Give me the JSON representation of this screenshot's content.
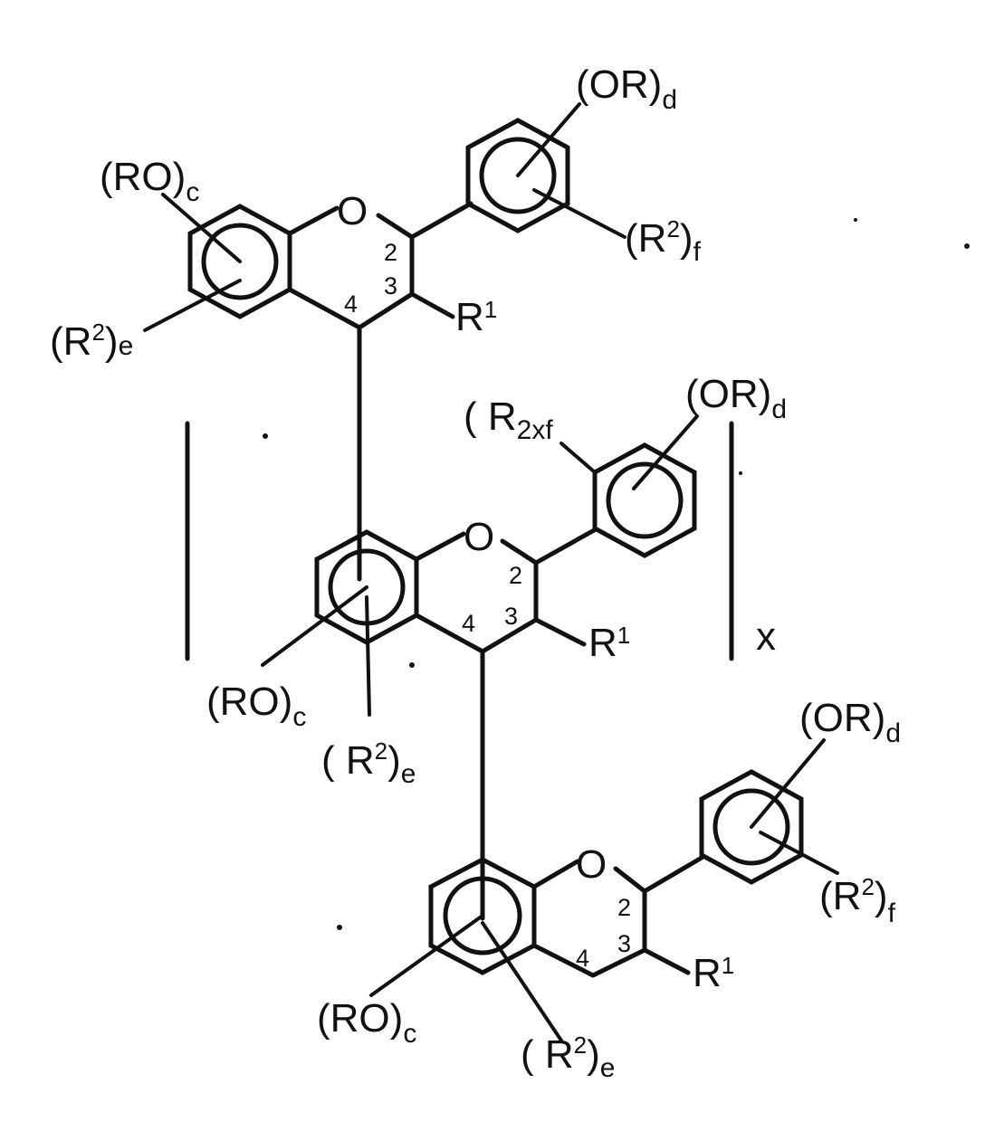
{
  "structure": {
    "top_unit": {
      "ro_group": {
        "main": "(RO)",
        "sub": "c"
      },
      "or_group": {
        "main": "(OR)",
        "sub": "d"
      },
      "r2f_group": {
        "open": "(R",
        "sup": "2",
        "close": ")",
        "sub": "f"
      },
      "r2e_group": {
        "open": "(R",
        "sup": "2",
        "close": ")",
        "sub": "e"
      },
      "r1": {
        "main": "R",
        "sup": "1"
      },
      "oxygen": "O",
      "pos2": "2",
      "pos3": "3",
      "pos4": "4"
    },
    "middle_unit": {
      "r2f_group": {
        "open": "( R",
        "sub": "2x",
        "close": "f"
      },
      "or_group": {
        "main": "(OR)",
        "sub": "d"
      },
      "ro_group": {
        "main": "(RO)",
        "sub": "c"
      },
      "r2e_group": {
        "open": "( R",
        "sup": "2",
        "close": ")",
        "sub": "e"
      },
      "r1": {
        "main": "R",
        "sup": "1"
      },
      "oxygen": "O",
      "pos2": "2",
      "pos3": "3",
      "pos4": "4",
      "repeat_label": "x"
    },
    "bottom_unit": {
      "or_group": {
        "main": "(OR)",
        "sub": "d"
      },
      "r2f_group": {
        "open": "(R",
        "sup": "2",
        "close": ")",
        "sub": "f"
      },
      "ro_group": {
        "main": "(RO)",
        "sub": "c"
      },
      "r2e_group": {
        "open": "( R",
        "sup": "2",
        "close": ")",
        "sub": "e"
      },
      "r1": {
        "main": "R",
        "sup": "1"
      },
      "oxygen": "O",
      "pos2": "2",
      "pos3": "3",
      "pos4": "4"
    }
  }
}
